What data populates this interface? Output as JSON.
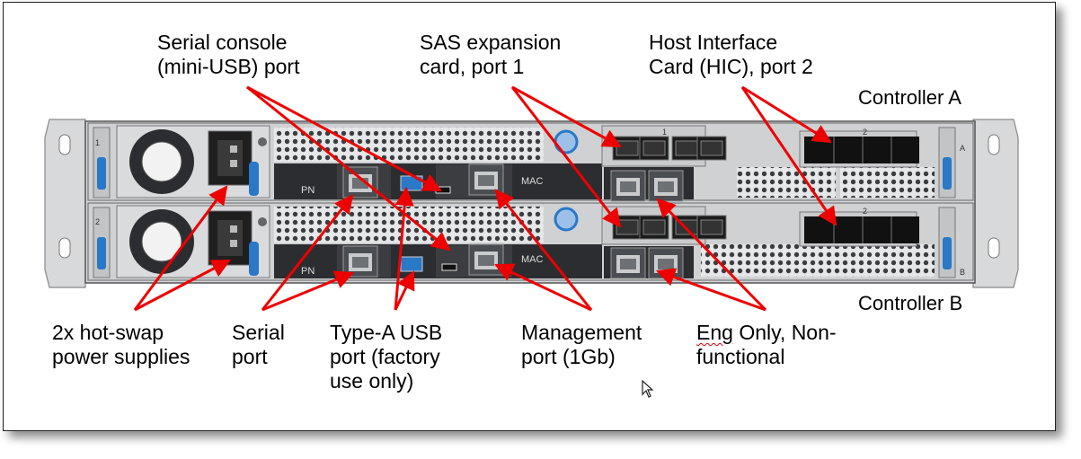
{
  "controllers": {
    "a": "Controller A",
    "b": "Controller B"
  },
  "callouts": {
    "serial_console": "Serial console\n(mini-USB) port",
    "sas_expansion": "SAS expansion\ncard, port 1",
    "hic": "Host Interface\nCard (HIC), port 2",
    "power_supplies": "2x hot-swap\npower supplies",
    "serial_port": "Serial\nport",
    "usb_port": "Type-A USB\nport (factory\nuse only)",
    "management_port": "Management\nport (1Gb)",
    "eng_only_first": "Eng",
    "eng_only_rest": " Only, Non-\nfunctional"
  },
  "panel_labels": {
    "pn": "PN",
    "mac": "MAC",
    "slot1": "1",
    "slot2": "2",
    "psu1": "1",
    "psu2": "2",
    "side_a": "A",
    "side_b": "B"
  },
  "colors": {
    "arrow": "#ee0000",
    "chassis": "#d4d6d8",
    "panel_dark": "#2b2d30",
    "accent_blue": "#2a78c8"
  }
}
